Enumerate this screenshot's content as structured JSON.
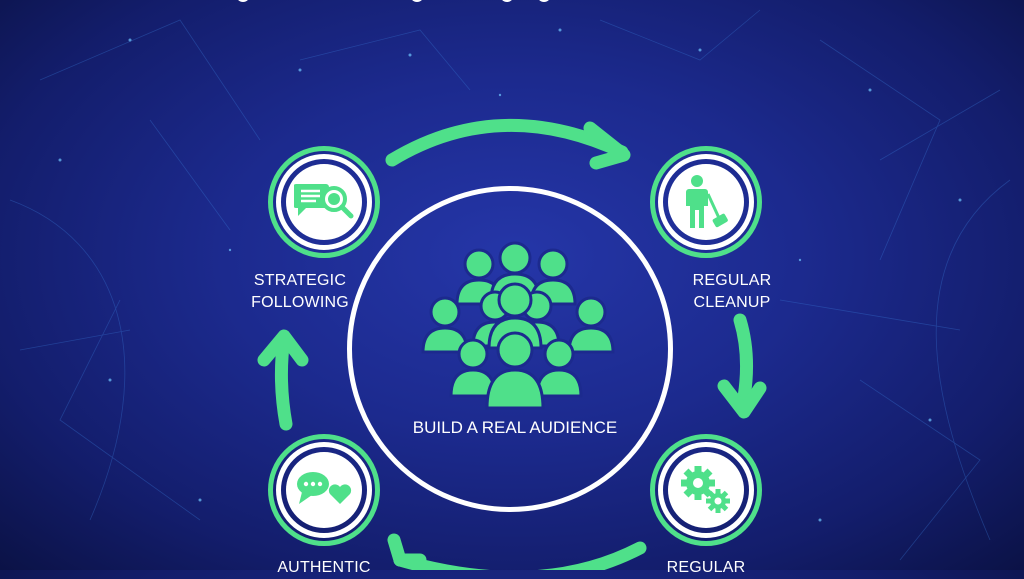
{
  "diagram": {
    "title_partial": "",
    "center": {
      "label": "BUILD A REAL AUDIENCE",
      "icon": "audience-group-icon"
    },
    "nodes": [
      {
        "id": "strategic-following",
        "label_line1": "STRATEGIC",
        "label_line2": "FOLLOWING",
        "icon": "chat-search-icon"
      },
      {
        "id": "regular-cleanup",
        "label_line1": "REGULAR",
        "label_line2": "CLEANUP",
        "icon": "person-sweeping-icon"
      },
      {
        "id": "regular-bottom",
        "label_line1": "REGULAR",
        "label_line2": "",
        "icon": "gears-icon"
      },
      {
        "id": "authentic",
        "label_line1": "AUTHENTIC",
        "label_line2": "",
        "icon": "chat-heart-icon"
      }
    ],
    "flow": "clockwise cycle",
    "colors": {
      "accent": "#4fe08a",
      "ring_white": "#ffffff",
      "background": "#1c2a8e",
      "text": "#ffffff"
    }
  }
}
